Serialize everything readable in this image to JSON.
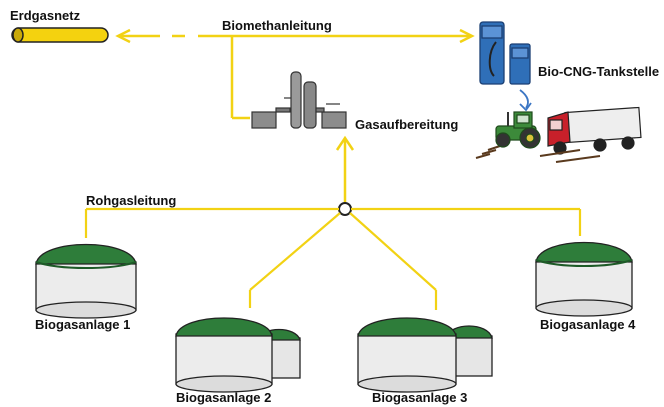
{
  "labels": {
    "erdgasnetz": "Erdgasnetz",
    "biomethanleitung": "Biomethanleitung",
    "tankstelle": "Bio-CNG-Tankstelle",
    "gasaufbereitung": "Gasaufbereitung",
    "rohgasleitung": "Rohgasleitung",
    "anlage1": "Biogasanlage 1",
    "anlage2": "Biogasanlage 2",
    "anlage3": "Biogasanlage 3",
    "anlage4": "Biogasanlage 4"
  },
  "colors": {
    "pipeline": "#f2d214",
    "dome_green": "#2e7d3a",
    "tank_gray": "#e8e8e8",
    "pump_blue": "#2f6fb8",
    "truck_red": "#c8202a",
    "tractor_green": "#3c8a3a",
    "text": "#111111"
  }
}
